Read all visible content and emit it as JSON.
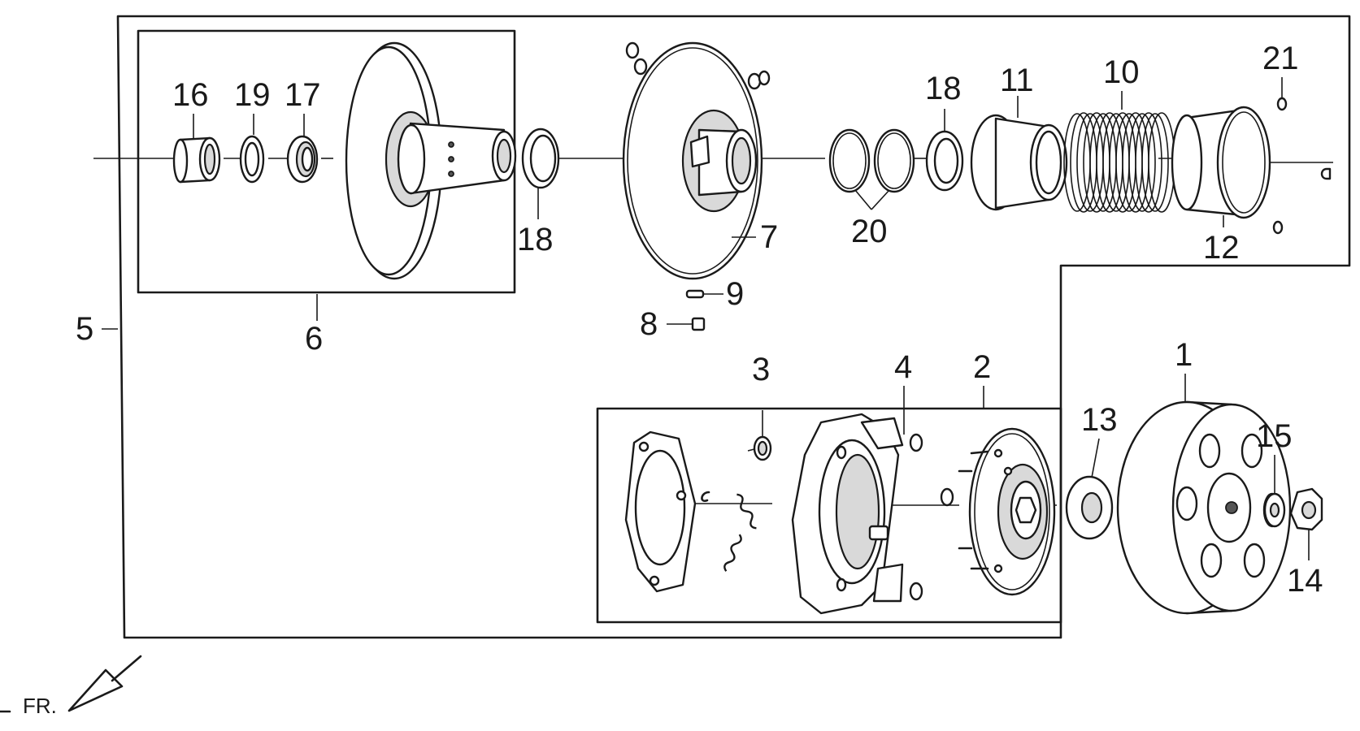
{
  "diagram": {
    "callouts": [
      {
        "id": "p1",
        "text": "1"
      },
      {
        "id": "p2",
        "text": "2"
      },
      {
        "id": "p3",
        "text": "3"
      },
      {
        "id": "p4",
        "text": "4"
      },
      {
        "id": "p5",
        "text": "5"
      },
      {
        "id": "p6",
        "text": "6"
      },
      {
        "id": "p7",
        "text": "7"
      },
      {
        "id": "p8",
        "text": "8"
      },
      {
        "id": "p9",
        "text": "9"
      },
      {
        "id": "p10",
        "text": "10"
      },
      {
        "id": "p11",
        "text": "11"
      },
      {
        "id": "p12",
        "text": "12"
      },
      {
        "id": "p13",
        "text": "13"
      },
      {
        "id": "p14",
        "text": "14"
      },
      {
        "id": "p15",
        "text": "15"
      },
      {
        "id": "p16",
        "text": "16"
      },
      {
        "id": "p17",
        "text": "17"
      },
      {
        "id": "p18a",
        "text": "18"
      },
      {
        "id": "p18b",
        "text": "18"
      },
      {
        "id": "p19",
        "text": "19"
      },
      {
        "id": "p20",
        "text": "20"
      },
      {
        "id": "p21",
        "text": "21"
      }
    ],
    "direction_label": "FR."
  }
}
